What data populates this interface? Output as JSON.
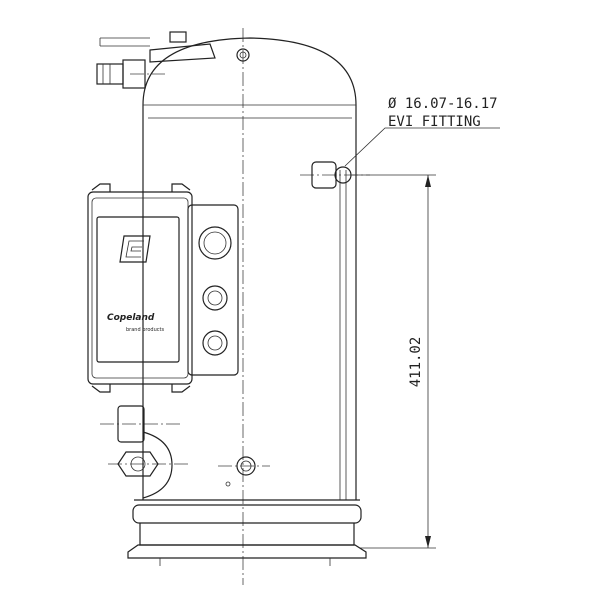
{
  "drawing": {
    "evi_diameter": "Ø 16.07-16.17",
    "evi_label": "EVI FITTING",
    "height_dimension": "411.02",
    "brand_name": "Copeland",
    "brand_sub": "brand products",
    "brand_logo_letter": "C"
  }
}
